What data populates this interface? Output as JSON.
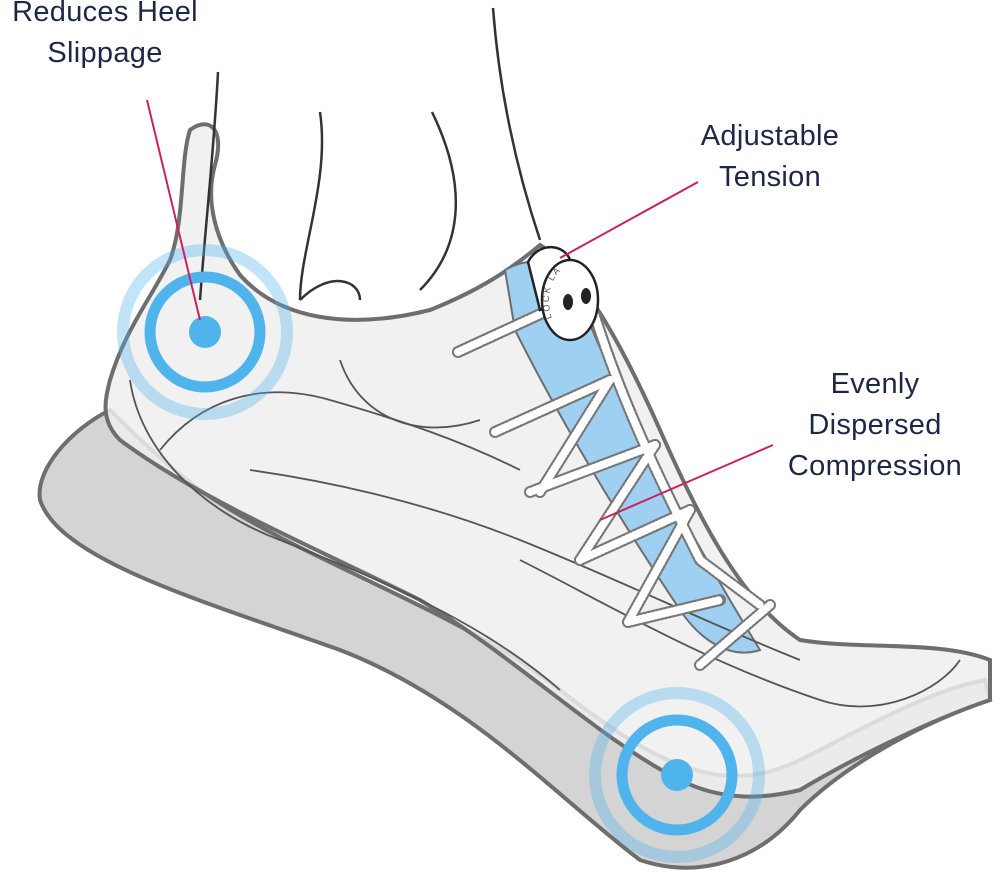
{
  "callouts": [
    {
      "id": "heel",
      "lines": [
        "Reduces Heel",
        "Slippage"
      ]
    },
    {
      "id": "tension",
      "lines": [
        "Adjustable",
        "Tension"
      ]
    },
    {
      "id": "compression",
      "lines": [
        "Evenly",
        "Dispersed",
        "Compression"
      ]
    }
  ],
  "lock_logo_text": "LOCK LA",
  "colors": {
    "text": "#1f2747",
    "pointer": "#c8235f",
    "pulse": "#4fb3ec",
    "tongue": "#9fd0f2",
    "sole": "#d4d4d4",
    "outline": "#6e6e6e"
  }
}
